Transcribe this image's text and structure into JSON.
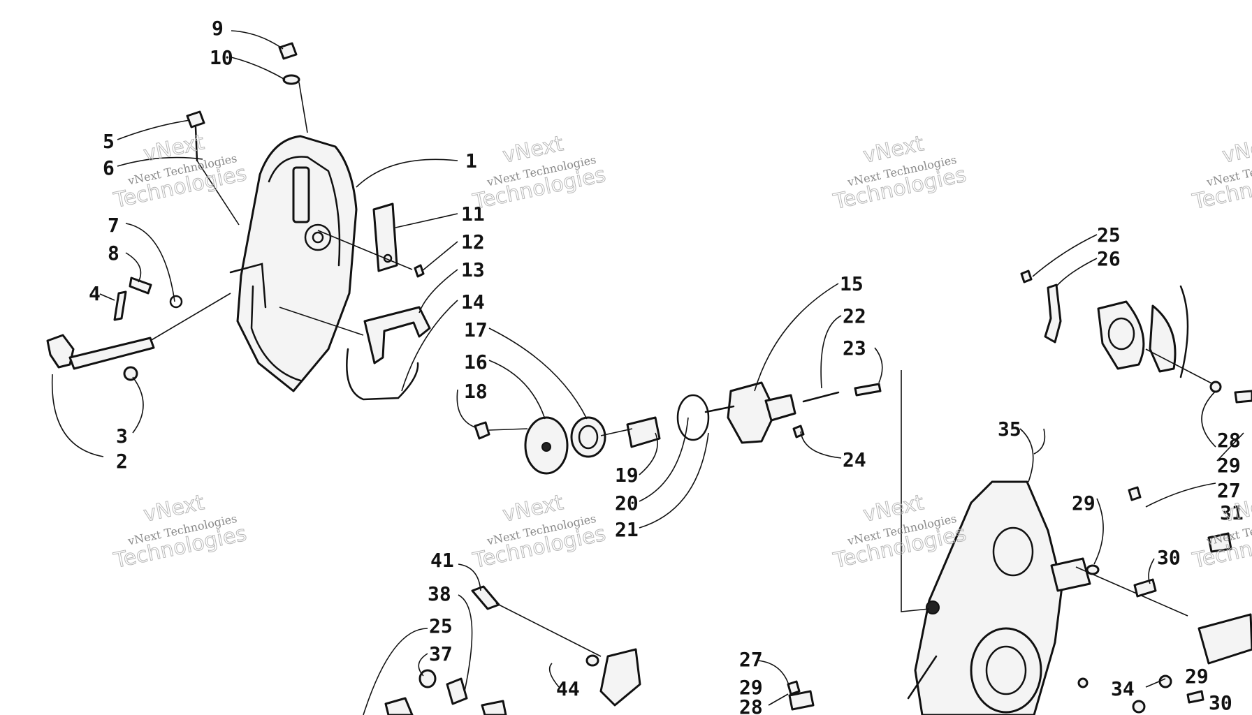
{
  "callouts": [
    "1",
    "2",
    "3",
    "4",
    "5",
    "6",
    "7",
    "8",
    "9",
    "10",
    "11",
    "12",
    "13",
    "14",
    "15",
    "16",
    "17",
    "18",
    "19",
    "20",
    "21",
    "22",
    "23",
    "24",
    "25",
    "26",
    "27",
    "28",
    "29",
    "30",
    "31",
    "34",
    "35",
    "37",
    "38",
    "41",
    "44"
  ],
  "watermark": {
    "small": "vNext Technologies",
    "large_line1": "vNext",
    "large_line2": "Technologies"
  }
}
